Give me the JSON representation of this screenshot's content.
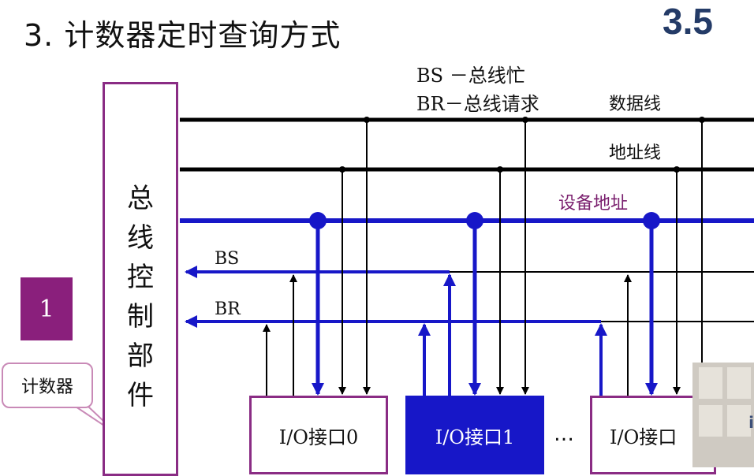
{
  "title": "3. 计数器定时查询方式",
  "section_badge": "3.5",
  "legend": {
    "bs": "BS －总线忙",
    "br": "BR－总线请求"
  },
  "buses": {
    "data": "数据线",
    "address": "地址线",
    "device_address": "设备地址"
  },
  "controller": "总线控制部件",
  "signals": {
    "bs": "BS",
    "br": "BR"
  },
  "interfaces": [
    "I/O接口0",
    "I/O接口1",
    "I/O接口"
  ],
  "ellipsis": "…",
  "counter": {
    "value": "1",
    "label": "计数器"
  },
  "colors": {
    "blue": "#1717c8",
    "purple": "#8a1f7c",
    "black": "#000000"
  },
  "icons": [
    "arrow-left-icon",
    "arrow-up-icon",
    "arrow-down-icon",
    "junction-dot-icon"
  ]
}
